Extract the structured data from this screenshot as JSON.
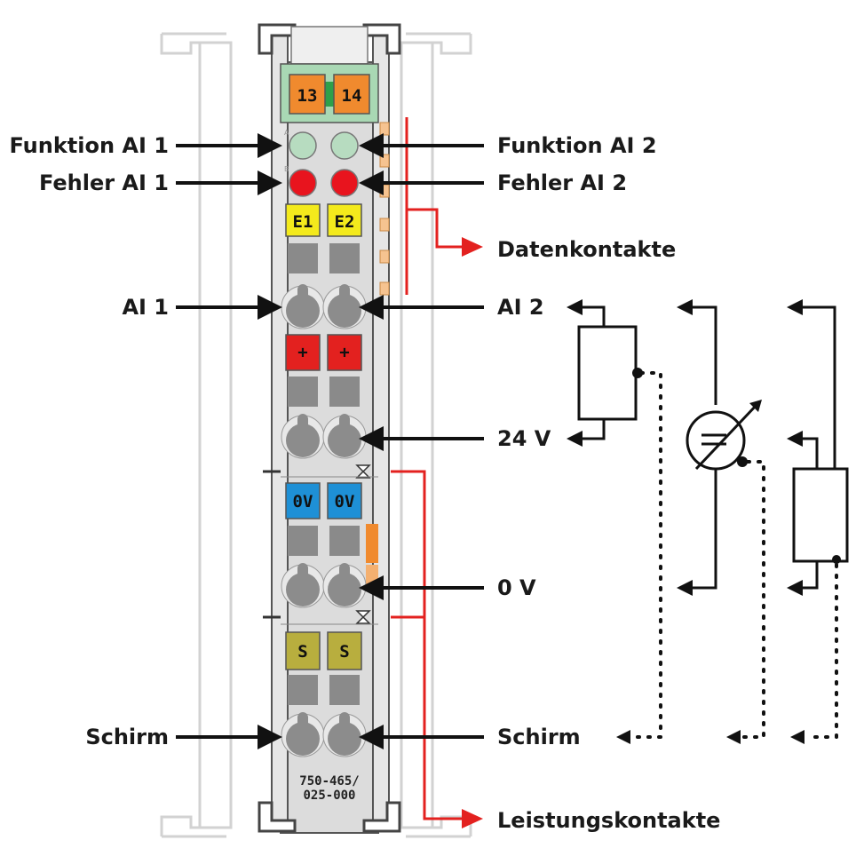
{
  "labels": {
    "funktion_ai1": "Funktion AI 1",
    "fehler_ai1": "Fehler AI 1",
    "ai1": "AI 1",
    "schirm_left": "Schirm",
    "funktion_ai2": "Funktion AI 2",
    "fehler_ai2": "Fehler AI 2",
    "datenkontakte": "Datenkontakte",
    "ai2": "AI 2",
    "v24": "24 V",
    "v0": "0 V",
    "schirm_right": "Schirm",
    "leistungskontakte": "Leistungskontakte"
  },
  "module": {
    "terminal_13": "13",
    "terminal_14": "14",
    "led_a": "A",
    "led_b": "B",
    "e1": "E1",
    "e2": "E2",
    "plus_1": "+",
    "plus_2": "+",
    "ov_1": "0V",
    "ov_2": "0V",
    "s_1": "S",
    "s_2": "S",
    "part_number_line1": "750-465/",
    "part_number_line2": "025-000"
  },
  "colors": {
    "orange": "#f08a2e",
    "green_bar": "#a9d8b4",
    "led_green": "#b7dcc0",
    "led_red": "#e8141e",
    "yellow": "#f4ea1c",
    "red": "#e3211f",
    "blue": "#1e90d6",
    "olive": "#b8ae3e",
    "housing": "#dcdcdc",
    "wire_red": "#e3211f",
    "black": "#111111"
  }
}
